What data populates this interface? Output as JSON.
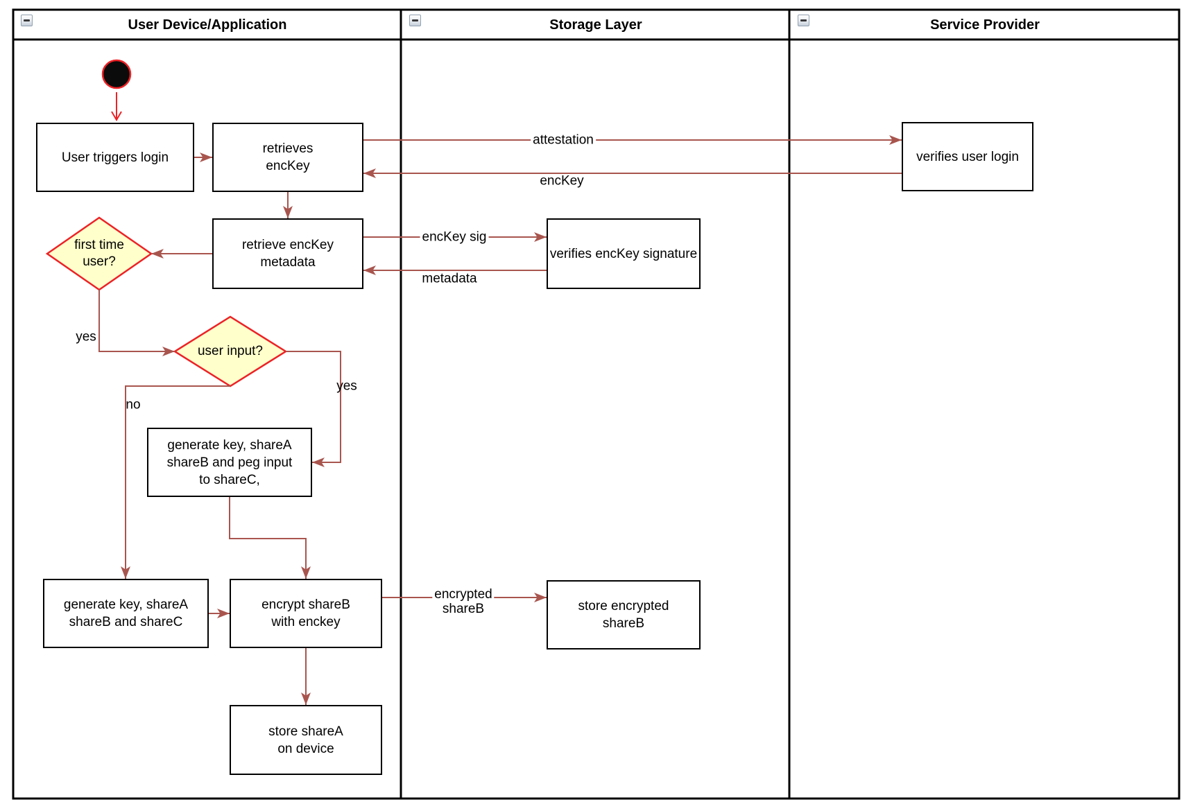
{
  "diagram": {
    "lanes": [
      {
        "label": "User Device/Application"
      },
      {
        "label": "Storage Layer"
      },
      {
        "label": "Service Provider"
      }
    ],
    "nodes": {
      "user_triggers_login": {
        "lines": [
          "User triggers login"
        ]
      },
      "retrieves_enckey": {
        "lines": [
          "retrieves",
          "encKey"
        ]
      },
      "verifies_user_login": {
        "lines": [
          "verifies user login"
        ]
      },
      "retrieve_enckey_metadata": {
        "lines": [
          "retrieve encKey",
          "metadata"
        ]
      },
      "verifies_enckey_signature": {
        "lines": [
          "verifies encKey signature"
        ]
      },
      "first_time_user": {
        "lines": [
          "first time",
          "user?"
        ]
      },
      "user_input": {
        "lines": [
          "user input?"
        ]
      },
      "generate_key_peg_input": {
        "lines": [
          "generate key, shareA",
          "shareB and peg input",
          "to shareC,"
        ]
      },
      "generate_key_sharec": {
        "lines": [
          "generate key, shareA",
          "shareB and shareC"
        ]
      },
      "encrypt_shareb": {
        "lines": [
          "encrypt shareB",
          "with enckey"
        ]
      },
      "store_encrypted_shareb": {
        "lines": [
          "store encrypted",
          "shareB"
        ]
      },
      "store_sharea": {
        "lines": [
          "store shareA",
          "on device"
        ]
      }
    },
    "edge_labels": {
      "attestation": "attestation",
      "enckey": "encKey",
      "enckey_sig": "encKey sig",
      "metadata": "metadata",
      "encrypted_shareb_line1": "encrypted",
      "encrypted_shareb_line2": "shareB",
      "yes_first_time": "yes",
      "no_user_input": "no",
      "yes_user_input": "yes"
    },
    "colors": {
      "connector": "#A8554E",
      "start_accent": "#EC2226",
      "decision_fill": "#FFFFCC",
      "decision_stroke": "#EC2226",
      "node_stroke": "#000000",
      "node_fill": "#FFFFFF"
    }
  }
}
